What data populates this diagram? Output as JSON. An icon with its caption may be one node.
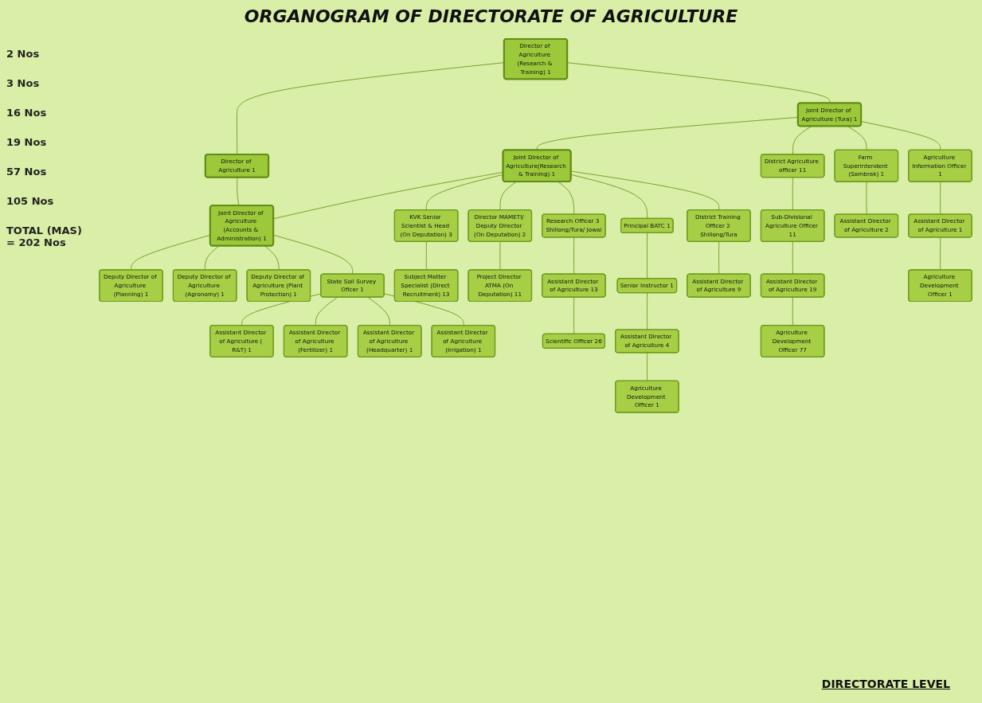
{
  "diagram": {
    "title": "ORGANOGRAM OF DIRECTORATE OF AGRICULTURE",
    "nodes": [
      {
        "text": [
          "Director of Agriculture (Research & Training) 1"
        ]
      },
      {
        "text": [
          "Director of Agriculture 1"
        ]
      },
      {
        "text": [
          "Joint Director of Agriculture (Tura) 1"
        ]
      },
      {
        "text": [
          "Joint Director of Agriculture(Research & Training) 1"
        ]
      },
      {
        "text": [
          "Joint Director of Agriculture (Accounts & Administration) 1"
        ]
      },
      {
        "text": [
          "District Agriculture officer 11"
        ]
      },
      {
        "text": [
          "Director MAMETI/ Deputy Director (On Deputation) 2"
        ]
      },
      {
        "text": [
          "Principal BATC 1"
        ]
      },
      {
        "text": [
          "Deputy Director of Agriculture (Planning) 1"
        ]
      },
      {
        "text": [
          "Deputy Director of Agriculture (Agronomy) 1"
        ]
      },
      {
        "text": [
          "Deputy Director of Agriculture (Plant Protection) 1"
        ]
      },
      {
        "text": [
          "State Soil Survey Oficer 1"
        ]
      },
      {
        "text": [
          "Sub-Divisional Agriculture Officer 11"
        ]
      },
      {
        "text": [
          "Farm Superintendent (Sambrak) 1"
        ]
      },
      {
        "text": [
          "Agriculture Information Officer 1"
        ]
      },
      {
        "text": [
          "Research Officer 3 Shillong/Tura/ Jowai"
        ]
      },
      {
        "text": [
          "Senior Instructor 1"
        ]
      },
      {
        "text": [
          "District Training Officer 2 Shillong/Tura"
        ]
      },
      {
        "text": [
          "Assistant Director of Agriculture 19"
        ]
      },
      {
        "text": [
          "Assistant Director of Agriculture 2"
        ]
      },
      {
        "text": [
          "Assistant Director of Agriculture 1"
        ]
      },
      {
        "text": [
          "Project Director ATMA (On Deputation) 11"
        ]
      },
      {
        "text": [
          "Assistant Director of Agriculture 13"
        ]
      },
      {
        "text": [
          "Assistant Director of Agriculture 4"
        ]
      },
      {
        "text": [
          "Assistant Director of Agriculture 9"
        ]
      },
      {
        "text": [
          "Assistant Director of Agriculture ( R&T) 1"
        ]
      },
      {
        "text": [
          "Assistant Director of Agriculture (Fertilizer) 1"
        ]
      },
      {
        "text": [
          "Assistant Director of Agriculture (Headquarter) 1"
        ]
      },
      {
        "text": [
          "Assistant Director of Agriculture (Irrigation) 1"
        ]
      },
      {
        "text": [
          "Agriculture Development Officer 77"
        ]
      },
      {
        "text": [
          "Agriculture Development Officer 1"
        ]
      },
      {
        "text": [
          "KVK Senior Scientist & Head (On Deputation) 3"
        ]
      },
      {
        "text": [
          "Scientific Officer 26"
        ]
      },
      {
        "text": [
          "Agriculture Development Officer 1"
        ]
      },
      {
        "text": [
          "Subject Matter Specialist (Direct Recruitment) 13"
        ]
      }
    ],
    "edges": [
      {
        "from": 0,
        "to": 1,
        "arrow": "none"
      },
      {
        "from": 0,
        "to": 2,
        "arrow": "none"
      },
      {
        "from": 1,
        "to": 4,
        "arrow": "none"
      },
      {
        "from": 2,
        "to": 3,
        "arrow": "none"
      },
      {
        "from": 3,
        "to": 4,
        "arrow": "none"
      },
      {
        "from": 2,
        "to": 5,
        "arrow": "none"
      },
      {
        "from": 2,
        "to": 13,
        "arrow": "none"
      },
      {
        "from": 2,
        "to": 14,
        "arrow": "none"
      },
      {
        "from": 3,
        "to": 31,
        "arrow": "none"
      },
      {
        "from": 3,
        "to": 6,
        "arrow": "none"
      },
      {
        "from": 3,
        "to": 15,
        "arrow": "none"
      },
      {
        "from": 3,
        "to": 7,
        "arrow": "none"
      },
      {
        "from": 3,
        "to": 17,
        "arrow": "none"
      },
      {
        "from": 4,
        "to": 8,
        "arrow": "none"
      },
      {
        "from": 4,
        "to": 9,
        "arrow": "none"
      },
      {
        "from": 4,
        "to": 10,
        "arrow": "none"
      },
      {
        "from": 4,
        "to": 11,
        "arrow": "none"
      },
      {
        "from": 5,
        "to": 12,
        "arrow": "none"
      },
      {
        "from": 12,
        "to": 18,
        "arrow": "none"
      },
      {
        "from": 18,
        "to": 29,
        "arrow": "none"
      },
      {
        "from": 13,
        "to": 19,
        "arrow": "none"
      },
      {
        "from": 14,
        "to": 20,
        "arrow": "none"
      },
      {
        "from": 20,
        "to": 30,
        "arrow": "none"
      },
      {
        "from": 6,
        "to": 21,
        "arrow": "none"
      },
      {
        "from": 15,
        "to": 22,
        "arrow": "none"
      },
      {
        "from": 22,
        "to": 32,
        "arrow": "none"
      },
      {
        "from": 7,
        "to": 16,
        "arrow": "none"
      },
      {
        "from": 16,
        "to": 23,
        "arrow": "none"
      },
      {
        "from": 23,
        "to": 33,
        "arrow": "none"
      },
      {
        "from": 17,
        "to": 24,
        "arrow": "none"
      },
      {
        "from": 31,
        "to": 34,
        "arrow": "none"
      },
      {
        "from": 11,
        "to": 25,
        "arrow": "none"
      },
      {
        "from": 11,
        "to": 26,
        "arrow": "none"
      },
      {
        "from": 11,
        "to": 27,
        "arrow": "none"
      },
      {
        "from": 11,
        "to": 28,
        "arrow": "none"
      }
    ],
    "labels": [
      "2 Nos",
      "3 Nos",
      "16 Nos",
      "19 Nos",
      "57 Nos",
      "105 Nos",
      "TOTAL (MAS) = 202 Nos",
      "DIRECTORATE LEVEL"
    ]
  }
}
